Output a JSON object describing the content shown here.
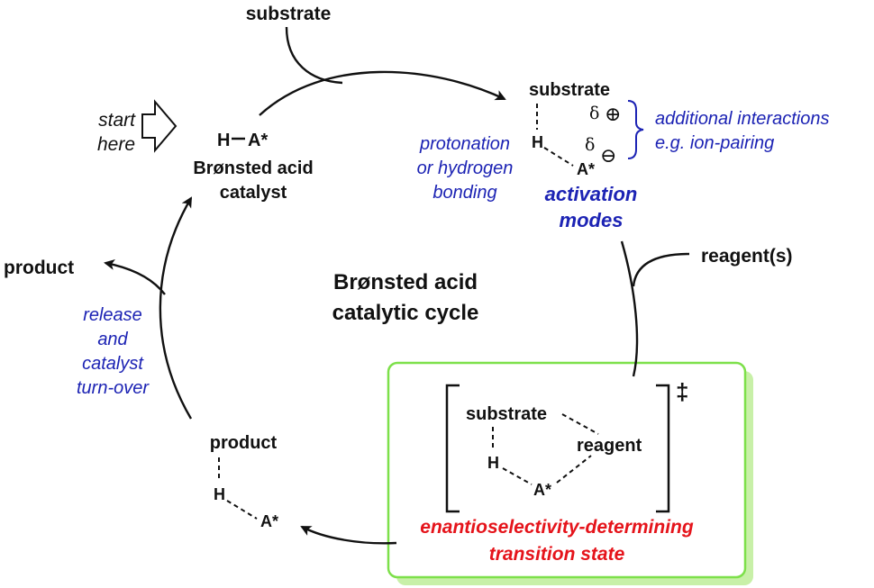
{
  "catalyst": {
    "formula_h": "H",
    "formula_a": "A*",
    "label_line1": "Brønsted acid",
    "label_line2": "catalyst"
  },
  "start": {
    "line1": "start",
    "line2": "here"
  },
  "substrate_in": "substrate",
  "activation": {
    "substrate": "substrate",
    "h": "H",
    "a": "A*",
    "delta_plus": "δ",
    "delta_minus": "δ",
    "plus_symbol": "⊕",
    "minus_symbol": "⊖",
    "protonation_lines": [
      "protonation",
      "or hydrogen",
      "bonding"
    ],
    "additional_lines": [
      "additional interactions",
      "e.g. ion-pairing"
    ],
    "title_lines": [
      "activation",
      "modes"
    ]
  },
  "reagents_in": "reagent(s)",
  "cycle_title": [
    "Brønsted acid",
    "catalytic cycle"
  ],
  "product_out": "product",
  "release_lines": [
    "release",
    "and",
    "catalyst",
    "turn-over"
  ],
  "product_complex": {
    "product": "product",
    "h": "H",
    "a": "A*"
  },
  "transition_state": {
    "substrate": "substrate",
    "reagent": "reagent",
    "h": "H",
    "a": "A*",
    "dagger": "‡",
    "caption_lines": [
      "enantioselectivity-determining",
      "transition state"
    ]
  },
  "colors": {
    "blue_text": "#1c23b4",
    "red_text": "#e5141b",
    "ts_box_border": "#7de04a",
    "ts_box_shadow": "#c8f0a8"
  }
}
